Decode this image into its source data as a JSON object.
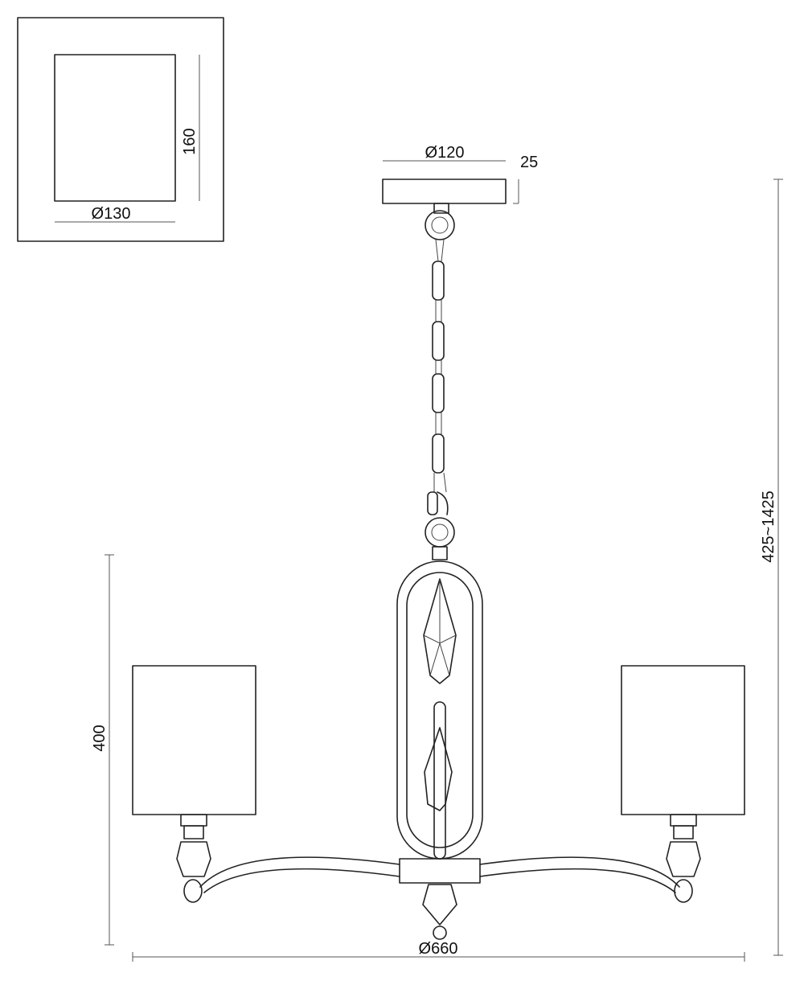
{
  "shade_detail": {
    "height_label": "160",
    "diameter_label": "Ø130"
  },
  "canopy": {
    "diameter_label": "Ø120",
    "height_label": "25"
  },
  "dimensions": {
    "overall_height_label": "425~1425",
    "lamp_height_label": "400",
    "overall_diameter_label": "Ø660"
  }
}
